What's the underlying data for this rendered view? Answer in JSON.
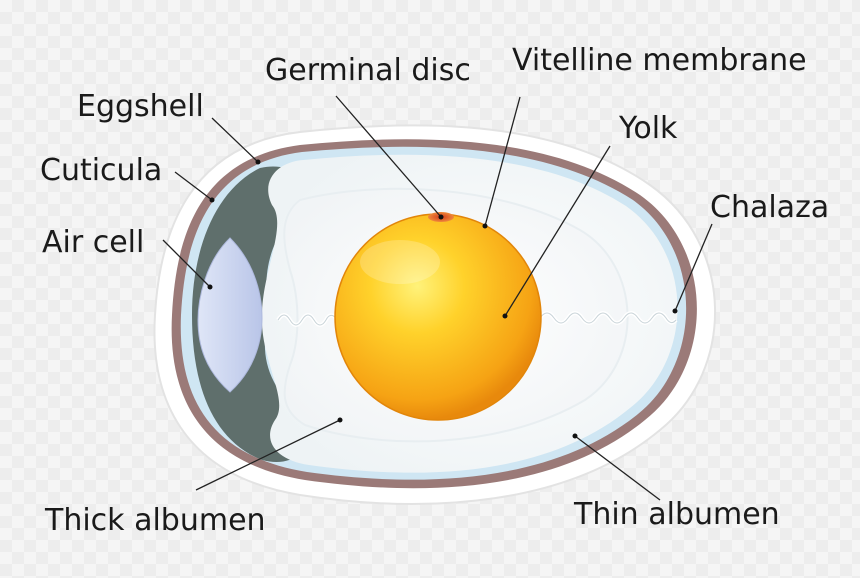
{
  "labels": {
    "germinal_disc": "Germinal disc",
    "vitelline_membrane": "Vitelline membrane",
    "eggshell": "Eggshell",
    "yolk": "Yolk",
    "cuticula": "Cuticula",
    "chalaza": "Chalaza",
    "air_cell": "Air cell",
    "thick_albumen": "Thick albumen",
    "thin_albumen": "Thin albumen"
  },
  "colors": {
    "shell": "#9b7a78",
    "cuticle": "#cfe6f3",
    "air_cell": "#c9d3ef",
    "albumen": "#ffffff",
    "yolk_center": "#ffcf2e",
    "yolk_edge": "#f39a12",
    "germinal_disc": "#c0392b",
    "air_cell_shadow": "#5f6f6c"
  }
}
